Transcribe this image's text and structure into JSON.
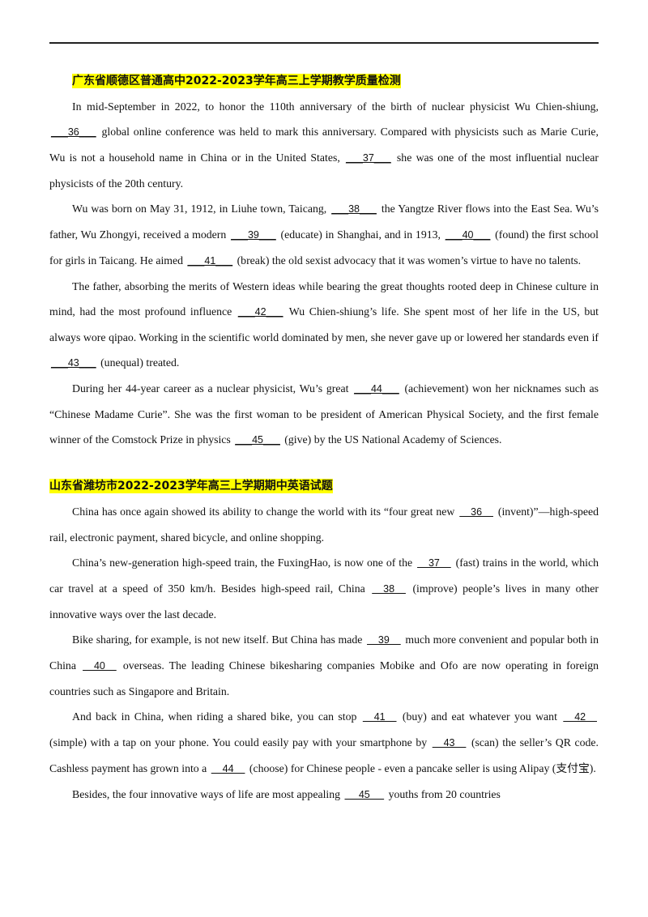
{
  "section1": {
    "title": "广东省顺德区普通高中2022-2023学年高三上学期教学质量检测",
    "p1": [
      "In mid-September in 2022, to honor the 110th anniversary of the birth of nuclear physicist Wu Chien-shiung, ",
      "___36___",
      " global online conference was held to mark this anniversary. Compared with physicists such as Marie Curie, Wu is not a household name in China or in the United States, ",
      "___37___",
      " she was one of the most influential nuclear physicists of the 20th century."
    ],
    "p2": [
      "Wu was born on May 31, 1912, in Liuhe town, Taicang, ",
      "___38___",
      " the Yangtze River flows into the East Sea. Wu’s father, Wu Zhongyi, received a modern ",
      "___39___",
      " (educate) in Shanghai, and in 1913, ",
      "___40___",
      " (found) the first school for girls in Taicang. He aimed ",
      "___41___",
      " (break) the old sexist advocacy that it was women’s virtue to have no talents."
    ],
    "p3": [
      "The father, absorbing the merits of Western ideas while bearing the great thoughts rooted deep in Chinese culture in mind, had the most profound influence ",
      "___42___",
      " Wu Chien-shiung’s life. She spent most of her life in the US, but always wore qipao. Working in the scientific world dominated by men, she never gave up or lowered her standards even if ",
      "___43___",
      " (unequal) treated."
    ],
    "p4": [
      "During her 44-year career as a nuclear physicist, Wu’s great ",
      "___44___",
      " (achievement) won her nicknames such as “Chinese Madame Curie”. She was the first woman to be president of American Physical Society, and the first female winner of the Comstock Prize in physics ",
      "___45___",
      " (give) by the US National Academy of Sciences."
    ]
  },
  "section2": {
    "title": "山东省潍坊市2022-2023学年高三上学期期中英语试题",
    "p1": [
      "China has once again showed its ability to change the world with its “four great new ",
      "    36    ",
      " (invent)”—high-speed rail, electronic payment, shared bicycle, and online shopping."
    ],
    "p2": [
      "China’s new-generation high-speed train, the FuxingHao, is now one of the ",
      "    37    ",
      " (fast) trains in the world, which car travel at a speed of 350 km/h. Besides high-speed rail, China ",
      "    38    ",
      " (improve) people’s lives in many other innovative ways over the last decade."
    ],
    "p3": [
      "Bike sharing, for example, is not new itself. But China has made ",
      "    39    ",
      " much more convenient and popular both in China ",
      "    40    ",
      " overseas. The leading Chinese bikesharing companies Mobike and Ofo are now operating in foreign countries such as Singapore and Britain."
    ],
    "p4": [
      "And back in China, when riding a shared bike, you can stop ",
      "    41    ",
      " (buy) and eat whatever you want ",
      "    42    ",
      " (simple) with a tap on your phone. You could easily pay with your smartphone by ",
      "    43    ",
      " (scan) the seller’s QR code. Cashless payment has grown into a ",
      "    44    ",
      " (choose) for Chinese people - even a pancake seller is using Alipay (支付宝)."
    ],
    "p5": [
      "Besides, the four innovative ways of life are most appealing ",
      "     45     ",
      " youths from 20 countries"
    ]
  }
}
